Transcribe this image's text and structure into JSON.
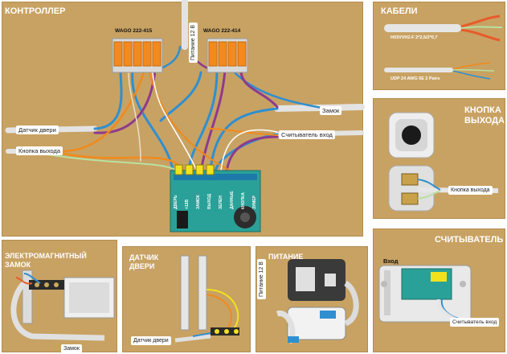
{
  "colors": {
    "panel": "#c8a263",
    "wire_blue": "#2f8fd0",
    "wire_purple": "#8e3a8e",
    "wire_orange": "#f08a1c",
    "wire_green": "#9ed08a",
    "wago_orange": "#f28a1e",
    "board": "#2aa198",
    "terminal_yellow": "#f2e21c"
  },
  "panels": {
    "controller": {
      "title": "КОНТРОЛЛЕР",
      "wago_left": "WAGO 222-415",
      "wago_right": "WAGO 222-414",
      "power": "Питание 12 В",
      "lock": "Замок",
      "door_sensor": "Датчик двери",
      "reader_input": "Считыватель вход",
      "exit_button": "Кнопка выхода",
      "terminal_labels": [
        "ДВЕРЬ",
        "+12В",
        "ЗАМОК",
        "ВЫХОД",
        "ЗЕЛЕН",
        "ДАННЫЕ",
        "КНОПКА",
        "ЗУМЕР"
      ]
    },
    "cables": {
      "title": "КАБЕЛИ",
      "cable1": "H03VVH2-F  2*2,5/2*0,7",
      "cable2": "UDP 24 AWG 5E 2 Pairs"
    },
    "exit_button": {
      "title_line1": "КНОПКА",
      "title_line2": "ВЫХОДА",
      "label": "Кнопка выхода"
    },
    "reader": {
      "title": "СЧИТЫВАТЕЛЬ",
      "input": "Вход",
      "output": "Считыватель вход"
    },
    "maglock": {
      "title_line1": "ЭЛЕКТРОМАГНИТНЫЙ",
      "title_line2": "ЗАМОК",
      "label": "Замок"
    },
    "door_sensor": {
      "title_line1": "ДАТЧИК",
      "title_line2": "ДВЕРИ",
      "label": "Датчик двери"
    },
    "power": {
      "title": "ПИТАНИЕ",
      "label": "Питание 12 В"
    }
  }
}
